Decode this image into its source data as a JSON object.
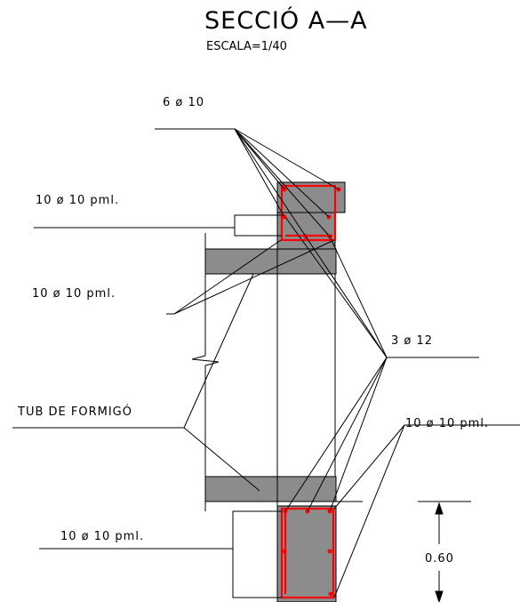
{
  "title": "SECCIÓ A—A",
  "scale": "ESCALA=1/40",
  "labels": {
    "top_bars": "6 ø 10",
    "stirrup_top": "10 ø 10 pml.",
    "stirrup_mid": "10 ø 10 pml.",
    "main_bars": "3 ø 12",
    "tube": "TUB DE FORMIGÓ",
    "stirrup_right": "10 ø 10 pml.",
    "stirrup_bottom": "10 ø 10 pml.",
    "dimension": "0.60"
  },
  "colors": {
    "concrete": "#8c8c8c",
    "rebar": "#ff0000",
    "line": "#000000"
  }
}
